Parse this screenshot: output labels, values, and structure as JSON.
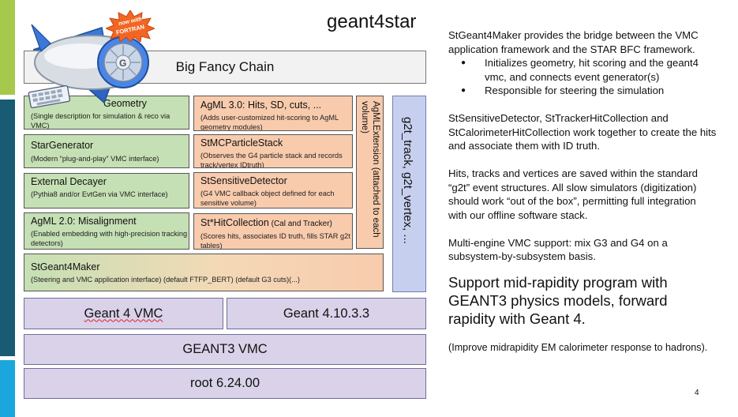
{
  "slide": {
    "title": "geant4star",
    "page_number": "4",
    "colors": {
      "bar_top": "#a6c94d",
      "bar_mid": "#1a5b74",
      "bar_bottom": "#19a7dd",
      "box_green": "#c5e0b4",
      "box_orange": "#f8cbad",
      "box_lavender": "#d9d2e9"
    }
  },
  "logo": {
    "icon": "google-app-engine-jet-icon",
    "badge_line1": "now with",
    "badge_line2": "FORTRAN",
    "plane_letter": "G"
  },
  "stack": {
    "big_fancy_chain": "Big Fancy Chain",
    "geometry": {
      "title": "Geometry",
      "title_prefix": "",
      "subtitle": "(Single description for simulation & reco via VMC)"
    },
    "generator": {
      "title": "StarGenerator",
      "subtitle": "(Modern “plug-and-play” VMC interface)"
    },
    "decayer": {
      "title": "External Decayer",
      "subtitle": "(Pythia8 and/or EvtGen via VMC interface)"
    },
    "misalignment": {
      "title": "AgML 2.0: Misalignment",
      "subtitle": "(Enabled embedding with high-precision tracking detectors)"
    },
    "agml3": {
      "title": "AgML 3.0: Hits, SD, cuts, ...",
      "subtitle": "(Adds user-customized hit-scoring to AgML geometry modules)"
    },
    "particle_stack": {
      "title": "StMCParticleStack",
      "subtitle": "(Observes the G4 particle stack and records track/vertex IDtruth)"
    },
    "sensitive_detector": {
      "title": "StSensitiveDetector",
      "subtitle": "(G4 VMC callback object defined for each sensitive volume)"
    },
    "hit_collection": {
      "title_a": "St*HitCollection",
      "title_b": " (Cal and Tracker)",
      "subtitle": "(Scores hits, associates ID truth, fills STAR g2t tables)"
    },
    "agml_extension": "AgMLExtension (attached to each volume)",
    "g2t": "g2t_track, g2t_vertex, ...",
    "stgeant4maker": {
      "title": "StGeant4Maker",
      "subtitle": "(Steering and VMC application interface) (default FTFP_BERT) (default G3 cuts)(...)"
    },
    "geant4_vmc": "Geant 4 VMC",
    "geant4_version": "Geant 4.10.3.3",
    "geant3_vmc": "GEANT3 VMC",
    "root": "root 6.24.00"
  },
  "text": {
    "intro": "StGeant4Maker provides the bridge between the VMC application framework and the STAR BFC framework.",
    "bullets": [
      "Initializes geometry, hit scoring and the geant4 vmc, and connects event generator(s)",
      "Responsible for steering the simulation"
    ],
    "p2": "StSensitiveDetector, StTrackerHitCollection and StCalorimeterHitCollection work together to create the hits and associate them with ID truth.",
    "p3": "Hits, tracks and vertices are saved within the standard “g2t” event structures.  All slow simulators (digitization) should work “out of the box”, permitting full integration with our offline software stack.",
    "p4": "Multi-engine VMC support: mix G3 and G4 on a subsystem-by-subsystem basis.",
    "big": "Support mid-rapidity program with GEANT3 physics models, forward rapidity with Geant 4.",
    "footnote": "(Improve midrapidity EM calorimeter response to hadrons)."
  }
}
